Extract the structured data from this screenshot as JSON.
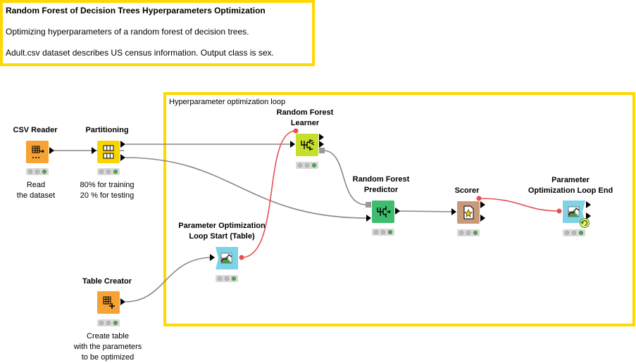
{
  "description_annotation": {
    "title": "Random Forest of Decision Trees Hyperparameters Optimization",
    "line1": "Optimizing hyperparameters of a random forest of decision trees.",
    "line2": "Adult.csv dataset describes US census information. Output class is sex."
  },
  "loop_annotation": {
    "label": "Hyperparameter optimization loop"
  },
  "colors": {
    "annotation_border": "#ffd800",
    "connection": "#888888",
    "flow_variable_connection": "#e85050",
    "status_ok": "#4cae4c"
  },
  "nodes": {
    "csv_reader": {
      "title": "CSV Reader",
      "comment_1": "Read",
      "comment_2": "the dataset",
      "icon": "table-reader-icon"
    },
    "partitioning": {
      "title": "Partitioning",
      "comment_1": "80% for training",
      "comment_2": "20 % for testing",
      "icon": "partition-icon"
    },
    "table_creator": {
      "title": "Table Creator",
      "comment_1": "Create table",
      "comment_2": "with the parameters",
      "comment_3": "to be optimized",
      "icon": "table-create-icon"
    },
    "loop_start": {
      "title_1": "Parameter Optimization",
      "title_2": "Loop Start (Table)",
      "icon": "loop-start-icon"
    },
    "rf_learner": {
      "title_1": "Random Forest",
      "title_2": "Learner",
      "icon": "forest-learner-icon"
    },
    "rf_predictor": {
      "title_1": "Random Forest",
      "title_2": "Predictor",
      "icon": "forest-predictor-icon"
    },
    "scorer": {
      "title": "Scorer",
      "icon": "scorer-icon"
    },
    "loop_end": {
      "title_1": "Parameter",
      "title_2": "Optimization Loop End",
      "icon": "loop-end-icon"
    }
  }
}
